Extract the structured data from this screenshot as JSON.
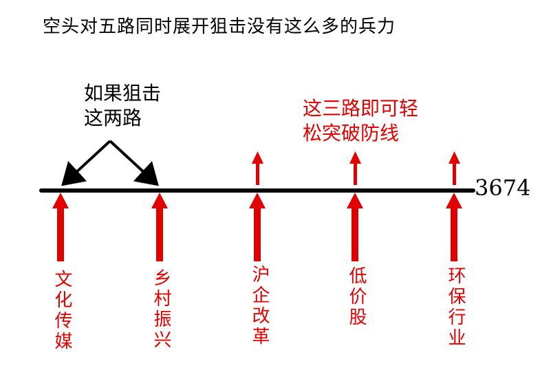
{
  "title": "空头对五路同时展开狙击没有这么多的兵力",
  "note_black": [
    "如果狙击",
    "这两路"
  ],
  "note_red": [
    "这三路即可轻",
    "松突破防线"
  ],
  "axis_value": "3674",
  "sectors": [
    {
      "label": "文化传媒",
      "up_arrow": false
    },
    {
      "label": "乡村振兴",
      "up_arrow": false
    },
    {
      "label": "沪企改革",
      "up_arrow": true
    },
    {
      "label": "低价股",
      "up_arrow": true
    },
    {
      "label": "环保行业",
      "up_arrow": true
    }
  ],
  "colors": {
    "accent": "#e00000",
    "line": "#000000"
  }
}
